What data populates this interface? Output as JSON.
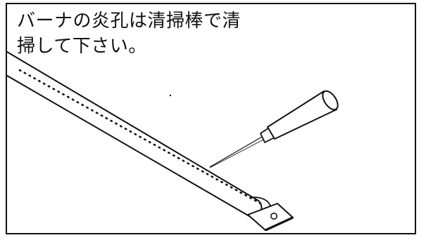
{
  "caption": {
    "line1": "バーナの炎孔は清掃棒で清",
    "line2": "掃して下さい。"
  },
  "illustration": {
    "subject": "burner-pipe-cleaning",
    "icons": [
      "burner-pipe-icon",
      "cleaning-rod-icon",
      "mounting-plate-icon"
    ],
    "line_color": "#111111",
    "fill_color": "#ffffff"
  }
}
